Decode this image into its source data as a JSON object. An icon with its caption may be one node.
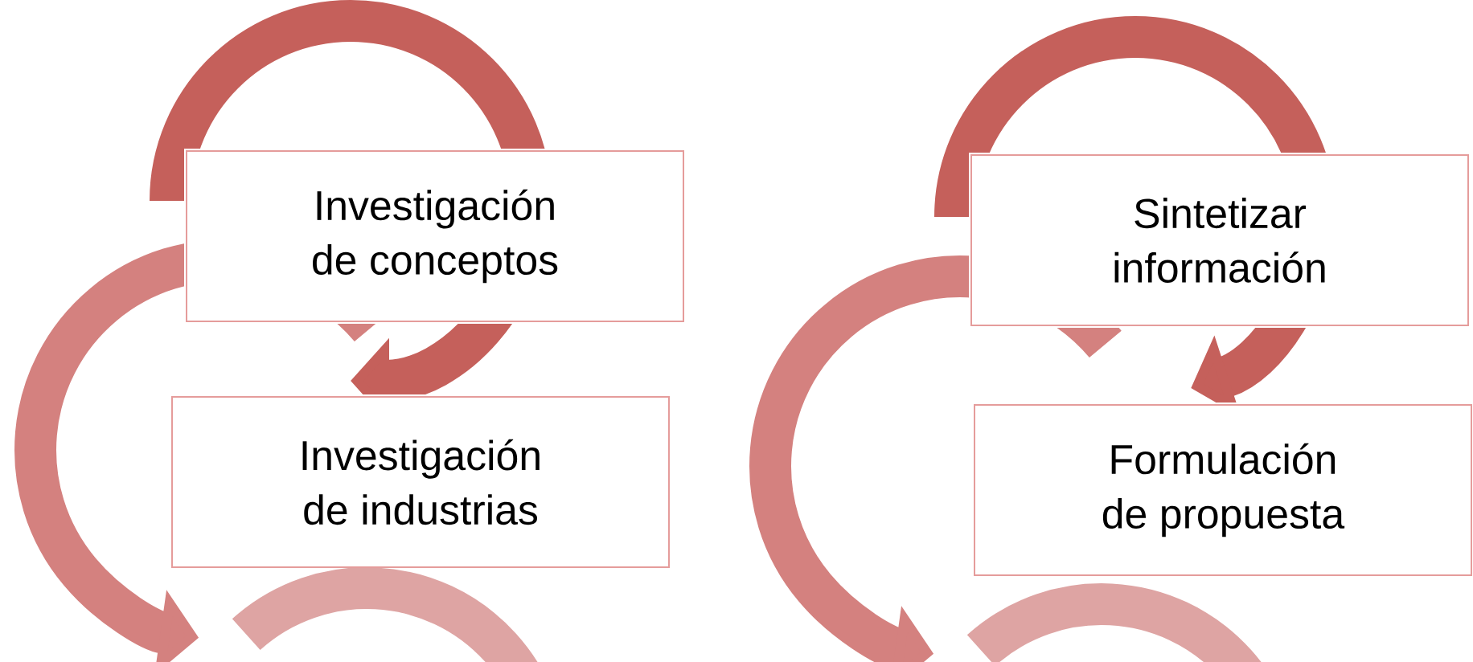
{
  "diagram": {
    "nodes": [
      {
        "text": [
          "Investigación de conceptos"
        ]
      },
      {
        "text": [
          "Investigación de industrias"
        ]
      },
      {
        "text": [
          "Sintetizar información"
        ]
      },
      {
        "text": [
          "Formulación de propuesta"
        ]
      }
    ],
    "edges": [
      {
        "from": 0,
        "to": 1,
        "arrow": "to",
        "color": "#c5605b"
      },
      {
        "from": 0,
        "to": null,
        "arrow": "to",
        "color": "#d4817f"
      },
      {
        "from": 2,
        "to": 3,
        "arrow": "to",
        "color": "#c5605b"
      },
      {
        "from": 2,
        "to": null,
        "arrow": "to",
        "color": "#d4817f"
      }
    ]
  }
}
